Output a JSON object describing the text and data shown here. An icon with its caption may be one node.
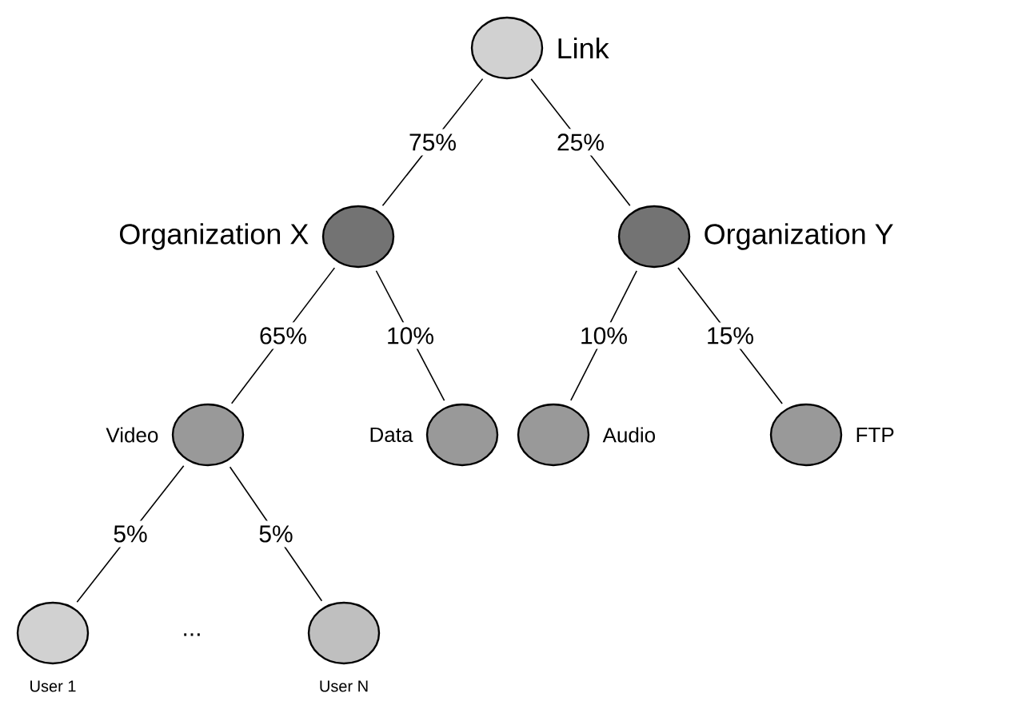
{
  "diagram": {
    "nodes": [
      {
        "text": [
          "Link"
        ]
      },
      {
        "text": [
          "Organization X"
        ]
      },
      {
        "text": [
          "Organization Y"
        ]
      },
      {
        "text": [
          "Video"
        ]
      },
      {
        "text": [
          "Data"
        ]
      },
      {
        "text": [
          "Audio"
        ]
      },
      {
        "text": [
          "FTP"
        ]
      },
      {
        "text": [
          "User 1"
        ]
      },
      {
        "text": [
          "User N"
        ]
      }
    ],
    "edges": [
      {
        "from": 0,
        "to": 1,
        "arrow": "none",
        "label": "75%"
      },
      {
        "from": 0,
        "to": 2,
        "arrow": "none",
        "label": "25%"
      },
      {
        "from": 1,
        "to": 3,
        "arrow": "none",
        "label": "65%"
      },
      {
        "from": 1,
        "to": 4,
        "arrow": "none",
        "label": "10%"
      },
      {
        "from": 2,
        "to": 5,
        "arrow": "none",
        "label": "10%"
      },
      {
        "from": 2,
        "to": 6,
        "arrow": "none",
        "label": "15%"
      },
      {
        "from": 3,
        "to": 7,
        "arrow": "none",
        "label": "5%"
      },
      {
        "from": 3,
        "to": 8,
        "arrow": "none",
        "label": "5%"
      }
    ],
    "labels": [
      "..."
    ]
  }
}
